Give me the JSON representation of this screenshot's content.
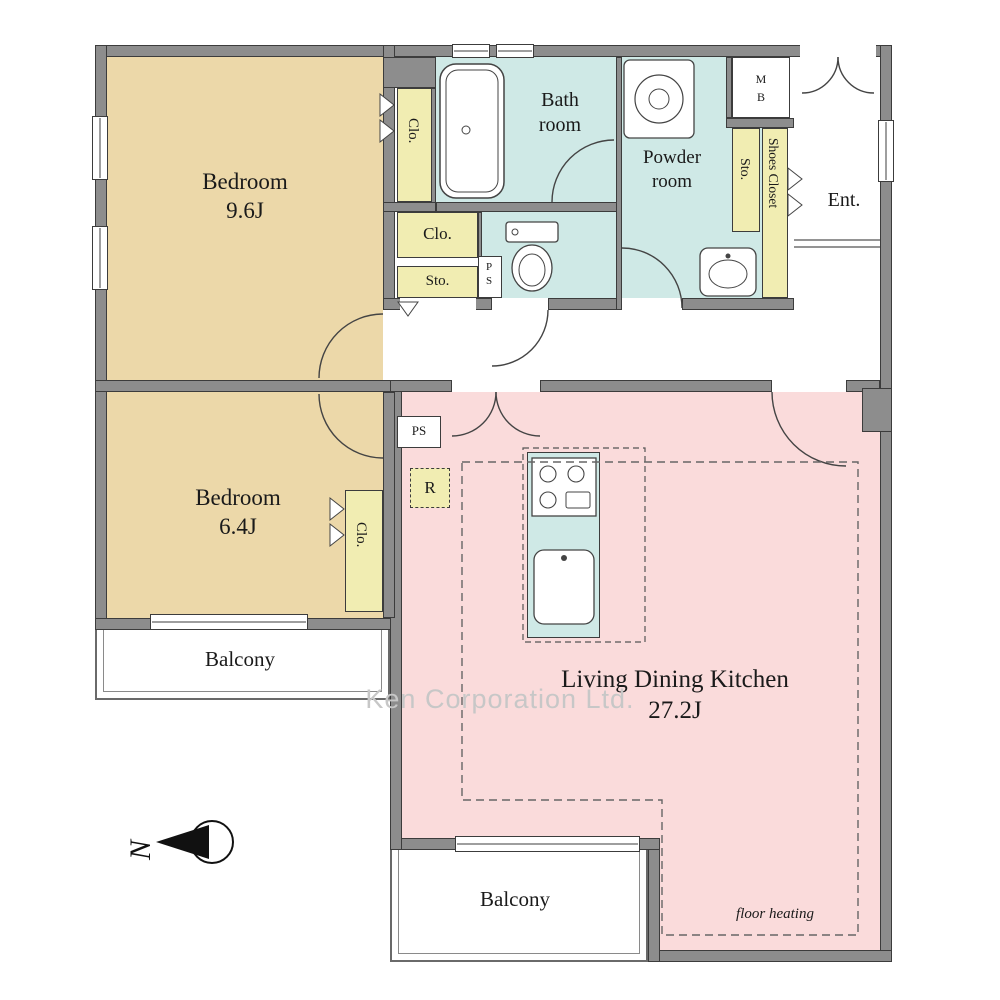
{
  "watermark": "Ken Corporation Ltd.",
  "rooms": {
    "bedroom1": {
      "name": "Bedroom",
      "area": "9.6J"
    },
    "bedroom2": {
      "name": "Bedroom",
      "area": "6.4J"
    },
    "ldk": {
      "name": "Living Dining Kitchen",
      "area": "27.2J"
    },
    "bath": {
      "name": "Bath room"
    },
    "powder": {
      "name": "Powder room"
    },
    "entry": {
      "name": "Ent."
    },
    "balcony_left": {
      "name": "Balcony"
    },
    "balcony_bottom": {
      "name": "Balcony"
    }
  },
  "storage": {
    "clo_bedroom1": "Clo.",
    "clo_hall": "Clo.",
    "sto_hall": "Sto.",
    "clo_bedroom2": "Clo.",
    "sto_entry": "Sto.",
    "shoes_closet": "Shoes Closet",
    "meter_box_lines": [
      "M",
      "B"
    ],
    "pipe_space_hall": "PS",
    "pipe_space_ldk": "PS",
    "refrigerator": "R"
  },
  "annotations": {
    "floor_heating": "floor heating",
    "compass_north": "N"
  },
  "colors": {
    "bedroom": "#ecd8a9",
    "wet_area": "#cfe9e6",
    "storage": "#f1edb2",
    "ldk": "#fadbdb",
    "wall": "#8d8d8d",
    "watermark": "#c7c7c7"
  }
}
